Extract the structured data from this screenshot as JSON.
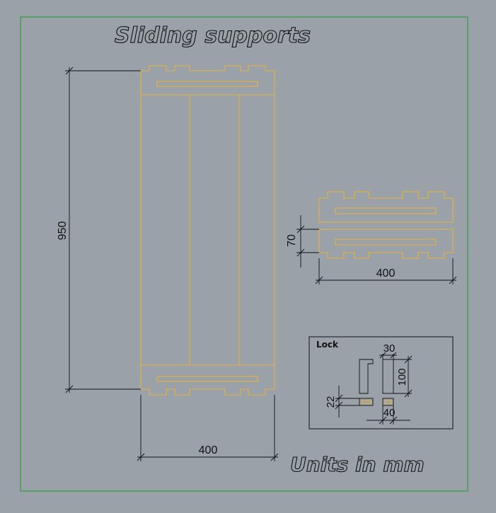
{
  "drawing": {
    "title": "Sliding supports",
    "units_note": "Units in mm",
    "lock_label": "Lock",
    "colors": {
      "background": "#9aa1a9",
      "frame": "#1f9a2a",
      "part_outline": "#e8b23a",
      "dimension": "#111111"
    }
  },
  "dimensions": {
    "tall_support_height": "950",
    "tall_support_width": "400",
    "rail_thickness": "70",
    "rail_width": "400",
    "lock_width": "30",
    "lock_height": "100",
    "lock_slot_height": "22",
    "lock_slot_width": "40"
  }
}
